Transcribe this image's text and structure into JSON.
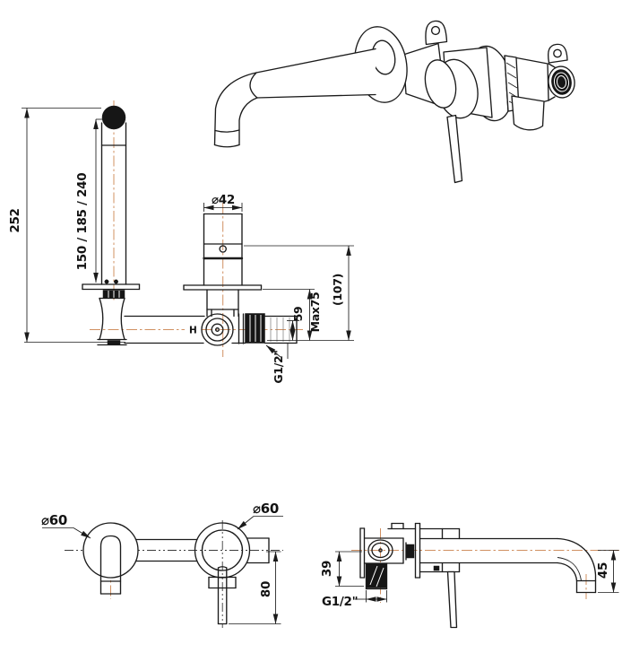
{
  "drawing": {
    "title": "Wall-mounted basin mixer technical drawing",
    "colors": {
      "line": "#1b1b1b",
      "centerline": "#d09062",
      "text": "#121212",
      "background": "#ffffff"
    },
    "views": {
      "side_installation": {
        "label": "side installation view",
        "dims": {
          "overall_height": "252",
          "spout_projection_options": "150 / 185 / 240",
          "body_diameter": "⌀42",
          "depth_a": "59",
          "depth_max": "Max75",
          "depth_overall": "(107)",
          "thread": "G1/2\"",
          "hot_marker": "H"
        }
      },
      "perspective": {
        "label": "perspective view"
      },
      "front": {
        "label": "front view",
        "dims": {
          "left_flange_diameter": "⌀60",
          "right_flange_diameter": "⌀60",
          "handle_length": "80"
        }
      },
      "side_spout": {
        "label": "spout side view",
        "dims": {
          "inlet_drop": "39",
          "thread": "G1/2\"",
          "spout_drop": "45"
        }
      }
    }
  }
}
